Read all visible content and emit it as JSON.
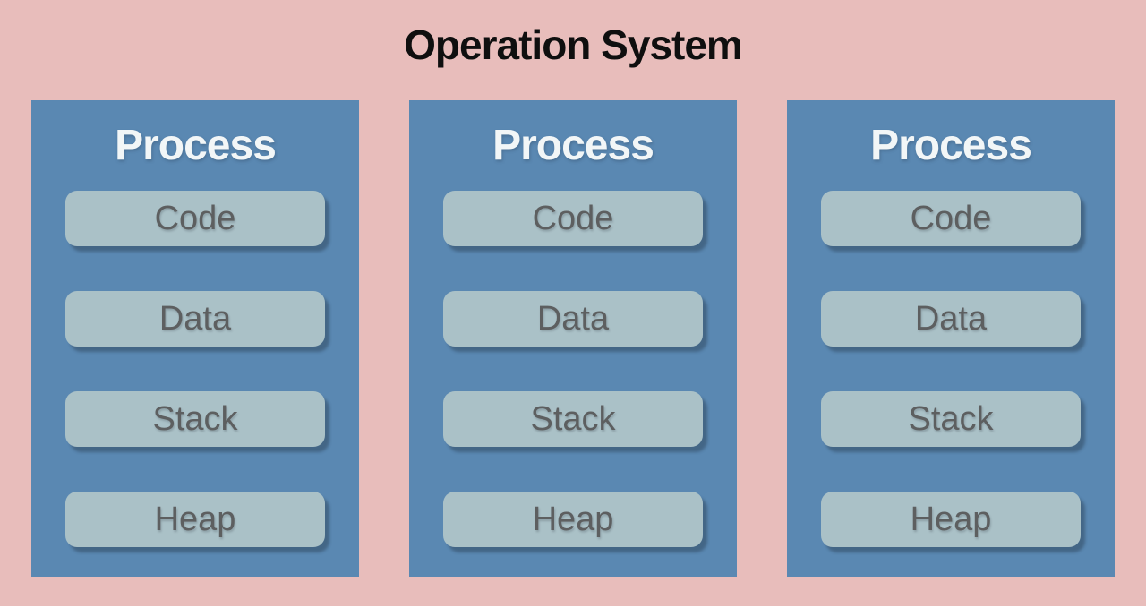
{
  "title": "Operation System",
  "colors": {
    "background": "#e8bdbb",
    "panel": "#5a88b2",
    "block_fill": "#aac1c7",
    "block_text": "#5d5f60",
    "panel_title_text": "#f2f6f7",
    "title_text": "#0f0f0f"
  },
  "processes": [
    {
      "label": "Process",
      "blocks": [
        "Code",
        "Data",
        "Stack",
        "Heap"
      ]
    },
    {
      "label": "Process",
      "blocks": [
        "Code",
        "Data",
        "Stack",
        "Heap"
      ]
    },
    {
      "label": "Process",
      "blocks": [
        "Code",
        "Data",
        "Stack",
        "Heap"
      ]
    }
  ]
}
